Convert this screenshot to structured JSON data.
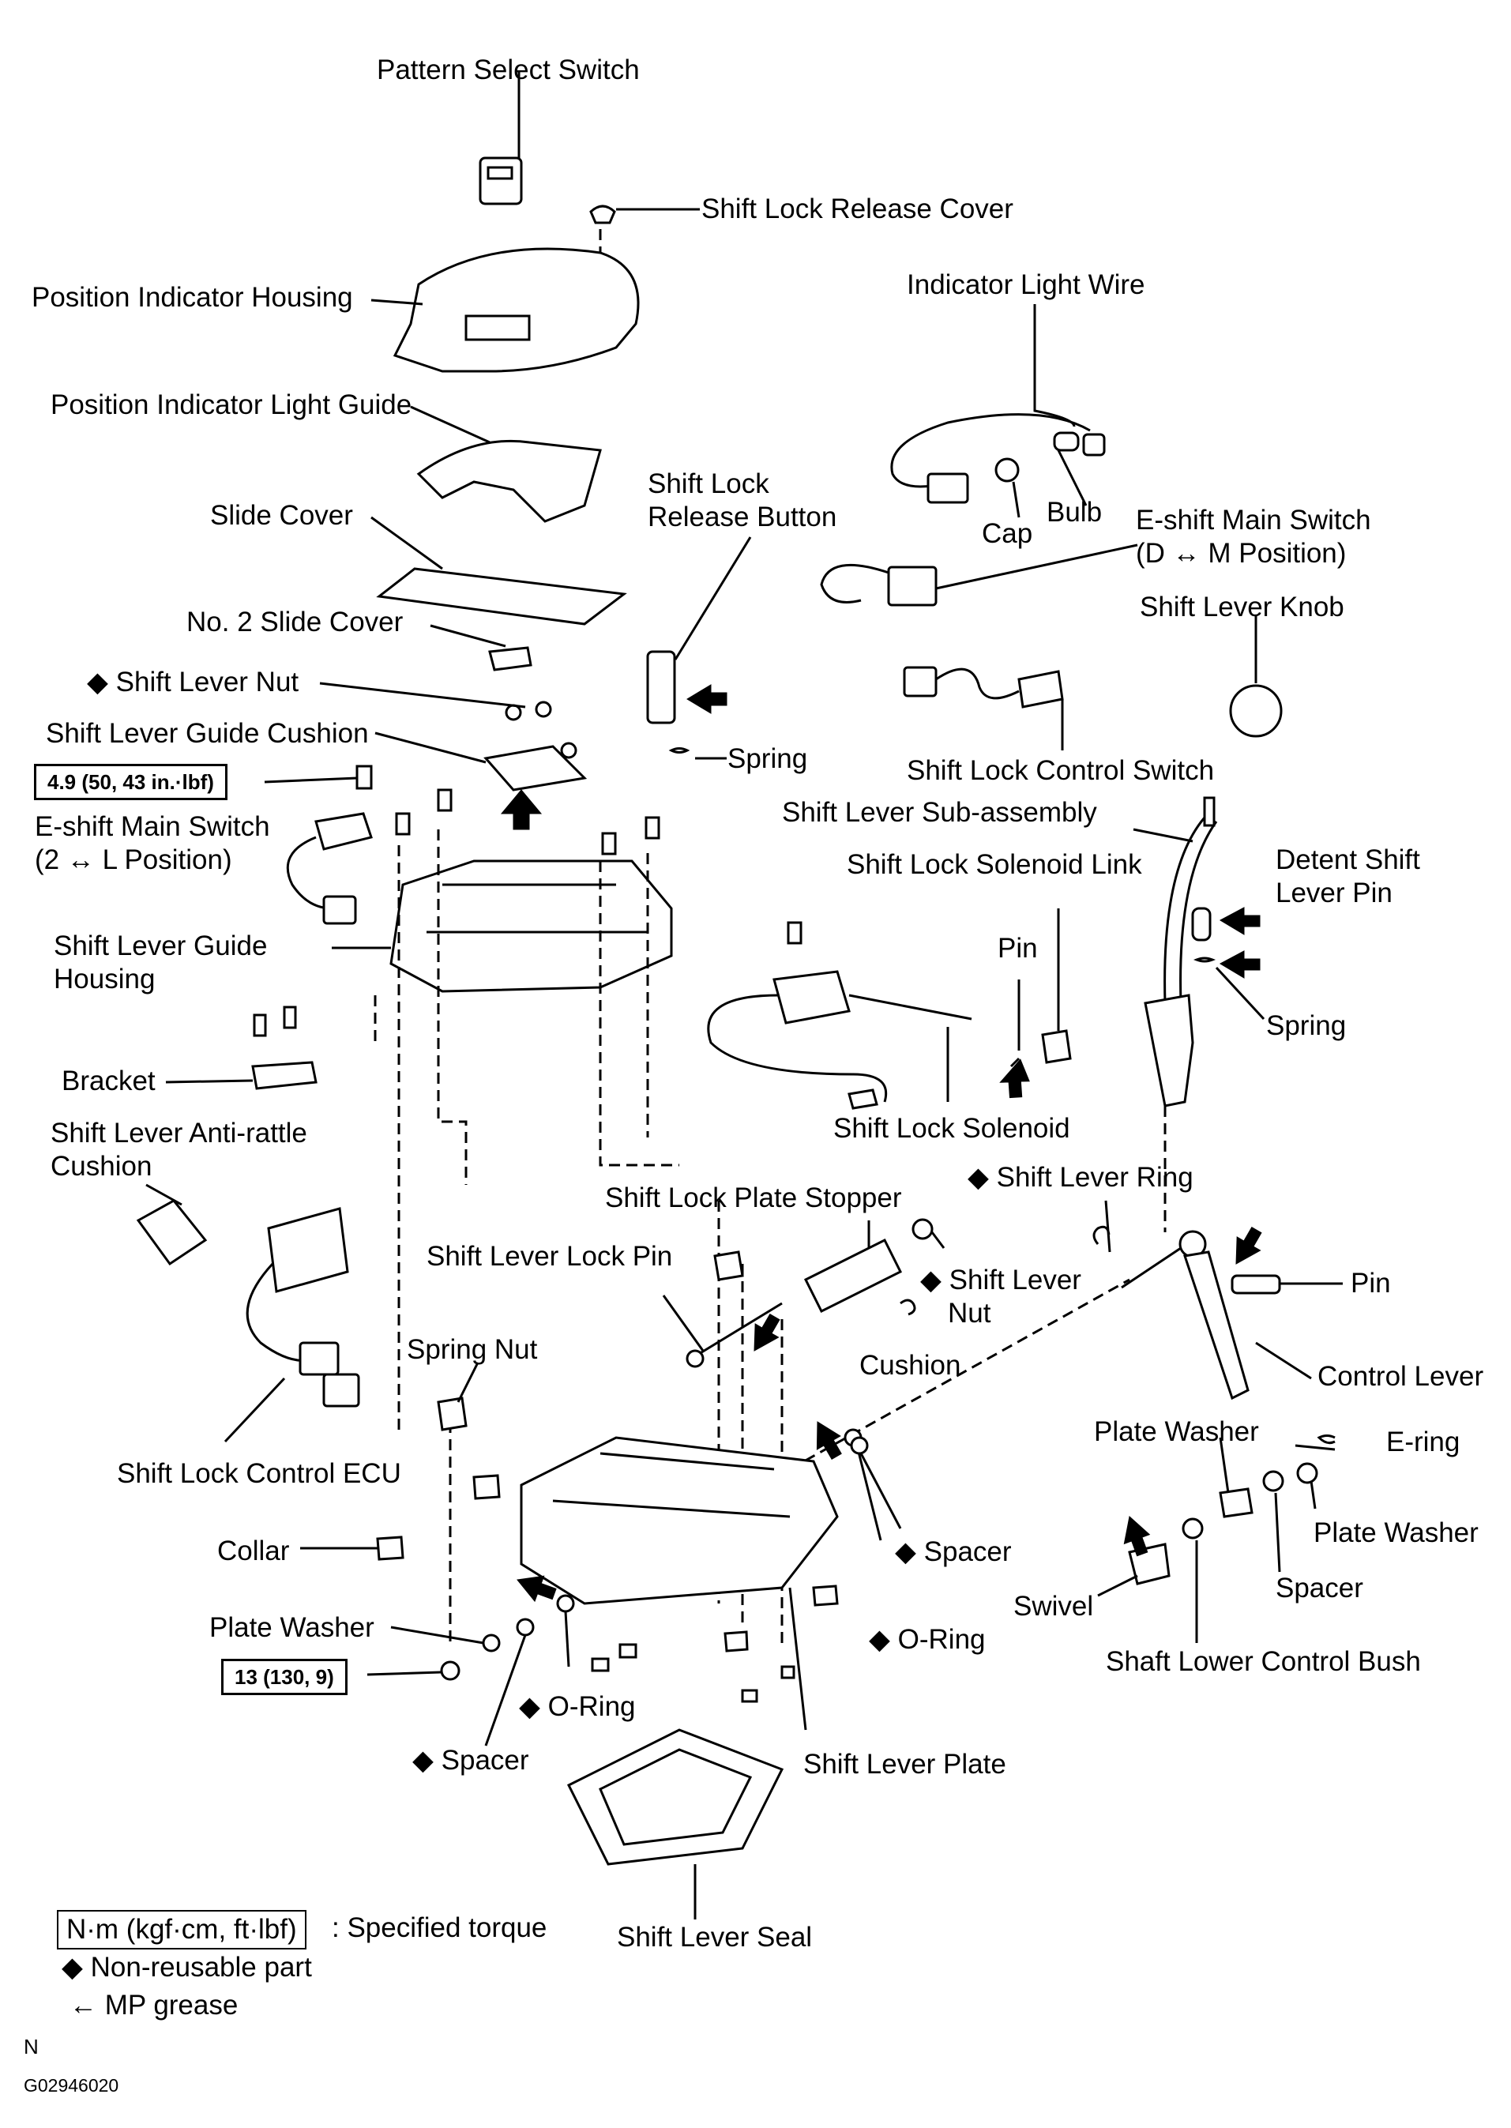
{
  "labels": {
    "pattern_select_switch": "Pattern Select Switch",
    "shift_lock_release_cover": "Shift Lock Release Cover",
    "position_indicator_housing": "Position Indicator Housing",
    "indicator_light_wire": "Indicator Light Wire",
    "position_indicator_light_guide": "Position Indicator Light Guide",
    "shift_lock_release_button_1": "Shift Lock",
    "shift_lock_release_button_2": "Release Button",
    "bulb": "Bulb",
    "cap": "Cap",
    "eshift_main_switch_dm_1": "E-shift  Main Switch",
    "eshift_main_switch_dm_2": "(D ↔ M Position)",
    "slide_cover": "Slide Cover",
    "shift_lever_knob": "Shift Lever Knob",
    "no2_slide_cover": "No. 2 Slide Cover",
    "shift_lever_nut_top": "◆ Shift Lever Nut",
    "shift_lever_guide_cushion": "Shift Lever Guide Cushion",
    "spring_top": "Spring",
    "shift_lock_control_switch": "Shift Lock Control Switch",
    "shift_lever_sub_assembly": "Shift Lever Sub-assembly",
    "eshift_main_switch_2l_1": "E-shift Main Switch",
    "eshift_main_switch_2l_2": "(2 ↔ L Position)",
    "shift_lock_solenoid_link": "Shift Lock Solenoid Link",
    "detent_shift_lever_pin_1": "Detent Shift",
    "detent_shift_lever_pin_2": "Lever Pin",
    "pin_upper": "Pin",
    "shift_lever_guide_housing_1": "Shift Lever Guide",
    "shift_lever_guide_housing_2": "Housing",
    "spring_right": "Spring",
    "bracket": "Bracket",
    "shift_lock_solenoid": "Shift Lock Solenoid",
    "anti_rattle_1": "Shift  Lever  Anti-rattle",
    "anti_rattle_2": "Cushion",
    "shift_lever_ring": "◆ Shift Lever Ring",
    "shift_lock_plate_stopper": "Shift Lock Plate Stopper",
    "shift_lever_lock_pin": "Shift Lever Lock Pin",
    "shift_lever_nut_mid_1": "◆ Shift Lever",
    "shift_lever_nut_mid_2": "Nut",
    "pin_lower": "Pin",
    "spring_nut": "Spring Nut",
    "cushion": "Cushion",
    "control_lever": "Control Lever",
    "shift_lock_control_ecu": "Shift Lock Control ECU",
    "plate_washer_top": "Plate Washer",
    "e_ring": "E-ring",
    "spacer_mid": "◆ Spacer",
    "plate_washer_right": "Plate Washer",
    "collar": "Collar",
    "spacer_right": "Spacer",
    "swivel": "Swivel",
    "o_ring_right": "◆  O-Ring",
    "plate_washer_left": "Plate Washer",
    "shaft_lower_control_bush": "Shaft Lower Control Bush",
    "o_ring_left": "◆  O-Ring",
    "spacer_left": "◆ Spacer",
    "shift_lever_plate": "Shift Lever Plate",
    "shift_lever_seal": "Shift Lever Seal"
  },
  "torque_boxes": {
    "upper": "4.9 (50, 43 in.·lbf)",
    "lower": "13 (130, 9)"
  },
  "legend": {
    "torque_units": "N·m (kgf·cm, ft·lbf)",
    "torque_text": ": Specified torque",
    "non_reusable": "◆  Non-reusable  part",
    "mp_grease": "←  MP grease"
  },
  "footer": {
    "marker": "N",
    "code": "G02946020"
  }
}
